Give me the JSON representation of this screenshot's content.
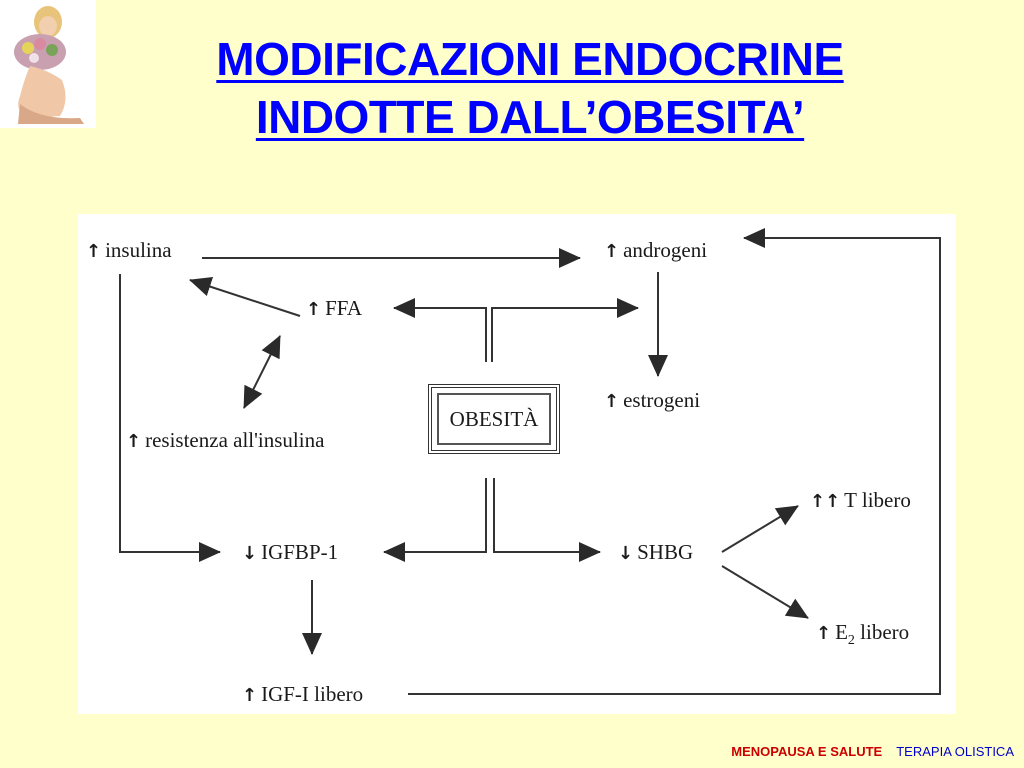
{
  "title": {
    "line1": "MODIFICAZIONI  ENDOCRINE",
    "line2": "INDOTTE  DALL’OBESITA’"
  },
  "diagram": {
    "center": "OBESITÀ",
    "nodes": {
      "insulina": {
        "arrow": "↑",
        "label": "insulina"
      },
      "androgeni": {
        "arrow": "↑",
        "label": "androgeni"
      },
      "ffa": {
        "arrow": "↑",
        "label": "FFA"
      },
      "estrogeni": {
        "arrow": "↑",
        "label": "estrogeni"
      },
      "resistenza": {
        "arrow": "↑",
        "label": "resistenza all'insulina"
      },
      "t_libero": {
        "arrow": "↑↑",
        "label": "T libero"
      },
      "igfbp1": {
        "arrow": "↓",
        "label": "IGFBP-1"
      },
      "shbg": {
        "arrow": "↓",
        "label": "SHBG"
      },
      "e2_libero": {
        "arrow": "↑",
        "label": "E",
        "sub": "2",
        "label2": " libero"
      },
      "igf1": {
        "arrow": "↑",
        "label": "IGF-I libero"
      }
    }
  },
  "footer": {
    "left": "MENOPAUSA  E  SALUTE",
    "right": "TERAPIA OLISTICA"
  },
  "colors": {
    "background": "#ffffcc",
    "title": "#0000ff",
    "footer_left": "#cc0000",
    "footer_right": "#0000cc"
  },
  "icons": {
    "logo": "woman-with-flowers-image"
  }
}
